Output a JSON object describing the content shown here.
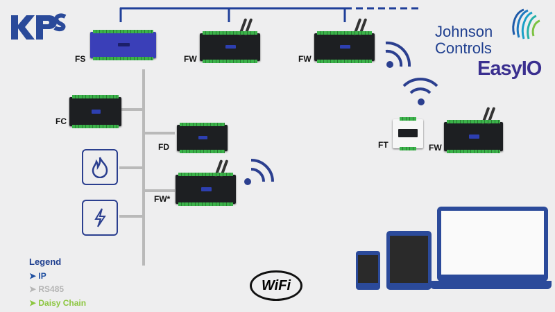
{
  "logos": {
    "kps": "KPS",
    "johnson_controls": "Johnson Controls",
    "easyio": "EasyIO",
    "wifi": "WiFi"
  },
  "devices": {
    "fs": "FS",
    "fw1": "FW",
    "fw2": "FW",
    "fc": "FC",
    "fd": "FD",
    "fw_star": "FW*",
    "ft": "FT",
    "fw3": "FW"
  },
  "legend": {
    "title": "Legend",
    "items": [
      {
        "label": "IP",
        "color": "#1f4fa0"
      },
      {
        "label": "RS485",
        "color": "#b5b5b5"
      },
      {
        "label": "Daisy Chain",
        "color": "#8cc63f"
      }
    ]
  },
  "colors": {
    "ip": "#1f3f99",
    "rs485": "#b9b9b9",
    "navy": "#2b3f8f"
  }
}
